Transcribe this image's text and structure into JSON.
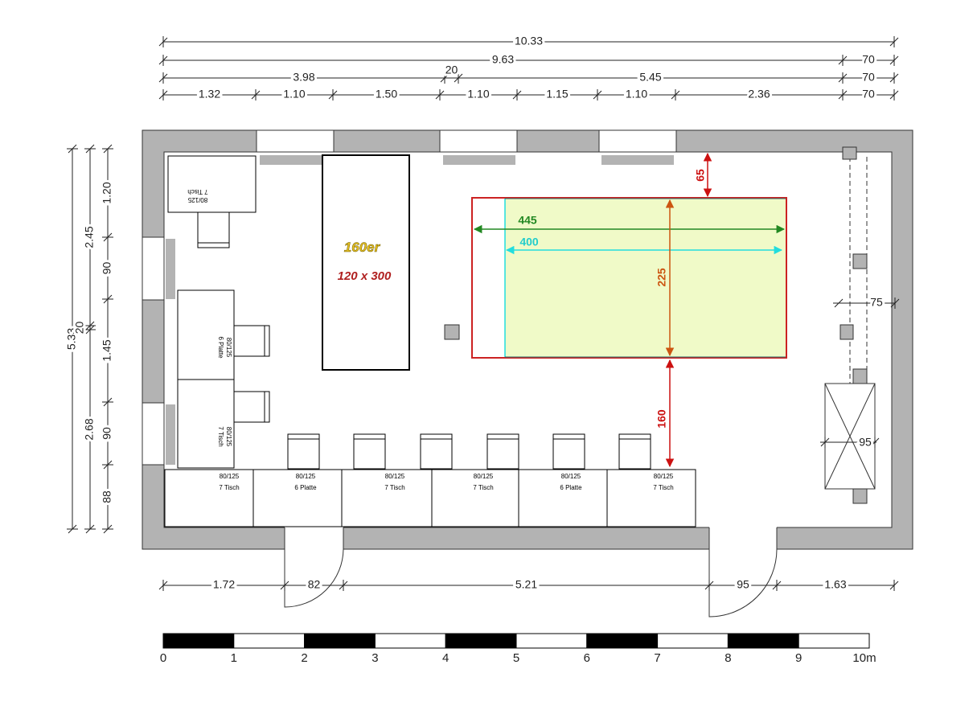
{
  "dimensions": {
    "top": {
      "row1": [
        "10.33"
      ],
      "row2": [
        "9.63",
        "70"
      ],
      "row3": [
        "3.98",
        "20",
        "5.45",
        "70"
      ],
      "row4": [
        "1.32",
        "1.10",
        "1.50",
        "1.10",
        "1.15",
        "1.10",
        "2.36",
        "70"
      ]
    },
    "left": {
      "col1": [
        "5.33"
      ],
      "col2": [
        "2.45",
        "20",
        "2.68"
      ],
      "col3": [
        "1.20",
        "90",
        "1.45",
        "90",
        "88"
      ]
    },
    "bottom": [
      "1.72",
      "82",
      "5.21",
      "95",
      "1.63"
    ],
    "right": [
      "75",
      "95"
    ]
  },
  "tables": {
    "bottom_row": [
      {
        "size": "80/125",
        "label": "7 Tisch"
      },
      {
        "size": "80/125",
        "label": "6 Platte"
      },
      {
        "size": "80/125",
        "label": "7 Tisch"
      },
      {
        "size": "80/125",
        "label": "7 Tisch"
      },
      {
        "size": "80/125",
        "label": "6 Platte"
      },
      {
        "size": "80/125",
        "label": "7 Tisch"
      }
    ],
    "top_left": {
      "size": "80/125",
      "label": "7 Tisch"
    },
    "left_upper": {
      "size": "80/125",
      "label": "6 Platte"
    },
    "left_lower": {
      "size": "80/125",
      "label": "7 Tisch"
    }
  },
  "big_table": {
    "name": "160er",
    "size": "120 x 300"
  },
  "area": {
    "width_outer": "445",
    "width_inner": "400",
    "depth": "225",
    "gap_top": "65",
    "gap_bottom": "160",
    "colors": {
      "outline": "#cc2222",
      "fill": "#f0fac8",
      "inner": "#22dddd",
      "green_arrow": "#228822",
      "orange_arrow": "#cc5511",
      "red_arrow": "#cc1111"
    }
  },
  "scale_bar": {
    "labels": [
      "0",
      "1",
      "2",
      "3",
      "4",
      "5",
      "6",
      "7",
      "8",
      "9",
      "10m"
    ]
  }
}
